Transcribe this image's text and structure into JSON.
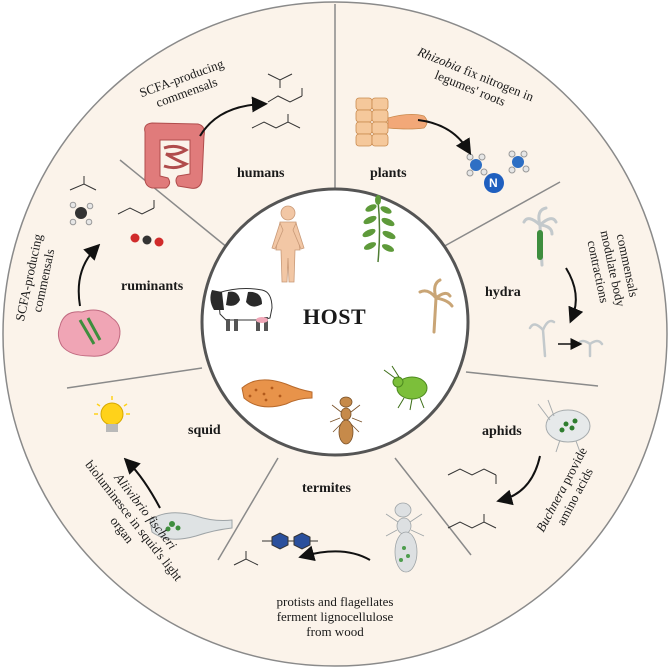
{
  "center": {
    "title": "HOST"
  },
  "hosts": {
    "humans": "humans",
    "plants": "plants",
    "hydra": "hydra",
    "aphids": "aphids",
    "termites": "termites",
    "squid": "squid",
    "ruminants": "ruminants"
  },
  "descriptions": {
    "humans": [
      "SCFA-producing",
      "commensals"
    ],
    "plants": {
      "italic": "Rhizobia",
      "rest": " fix nitrogen in",
      "line2": "legumes' roots"
    },
    "hydra": [
      "commensals",
      "modulate body",
      "contractions"
    ],
    "aphids": {
      "italic": "Buchnera",
      "rest": " provide",
      "line2": "amino acids"
    },
    "termites": [
      "protists and flagellates",
      "ferment lignocellulose",
      "from wood"
    ],
    "squid": {
      "italic": "Aliivibrio fischeri",
      "line2": "bioluminesce in squid's light",
      "line3": "organ"
    },
    "ruminants": [
      "SCFA-producing",
      "commensals"
    ]
  },
  "symbols": {
    "nitrogen": "N"
  },
  "colors": {
    "ring_fill": "#fbf3ea",
    "ring_stroke": "#8a8a8a",
    "inner_stroke": "#555555",
    "divider": "#8a8a8a",
    "intestine": "#e07b7b",
    "ammonium_blue": "#2e6fc4",
    "bulb_yellow": "#ffd21a",
    "squid_orange": "#e8934a",
    "aphid_green": "#7cbf3a",
    "cow_black": "#2a2a2a"
  }
}
